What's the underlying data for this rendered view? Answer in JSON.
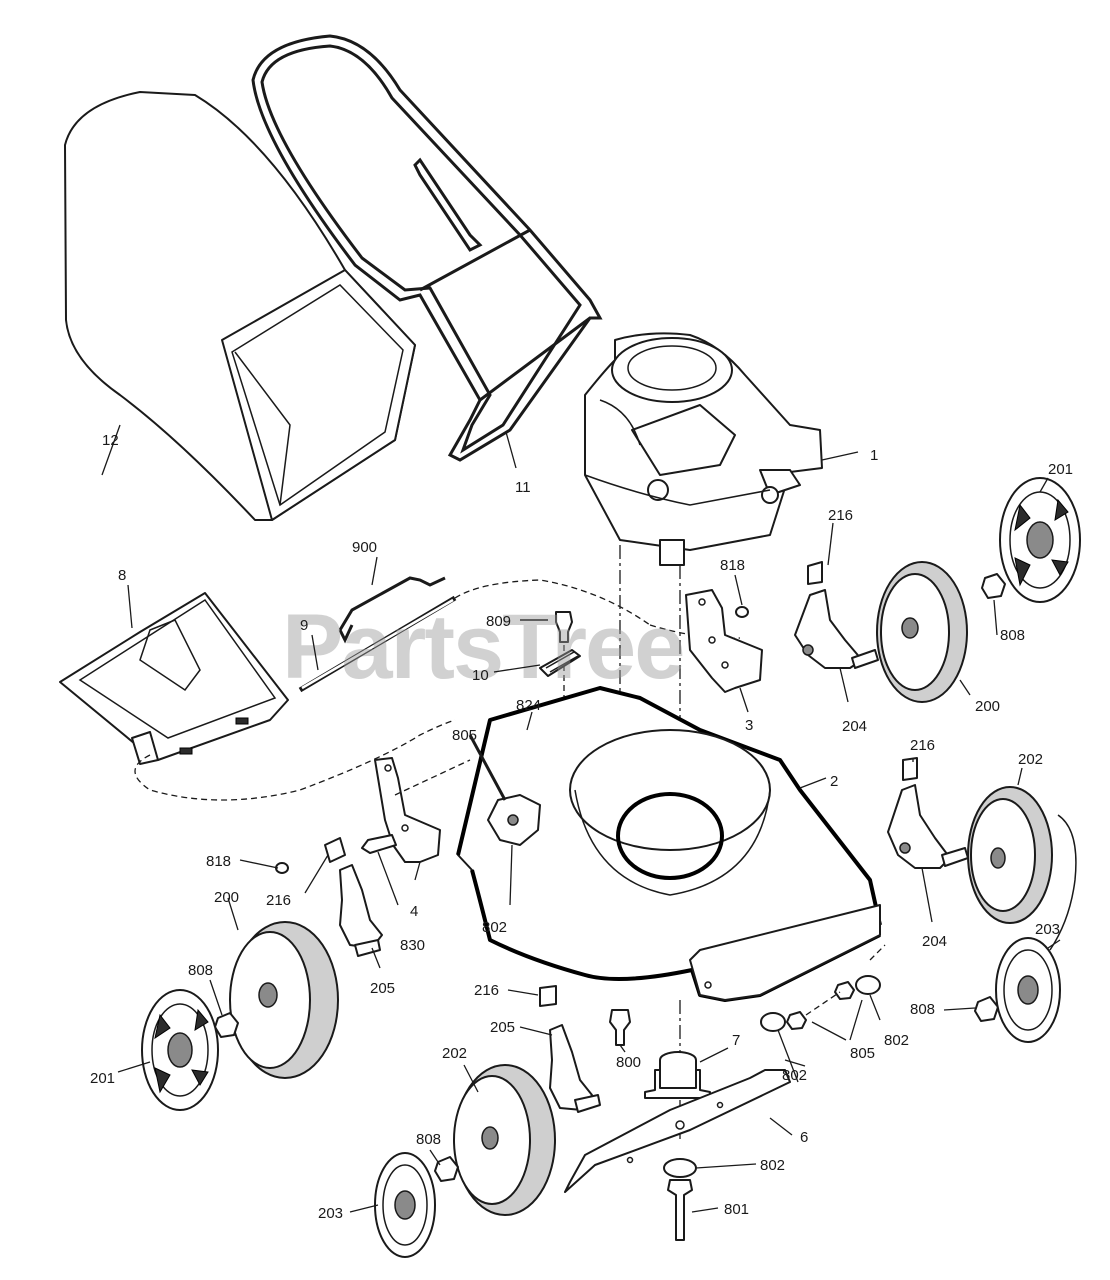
{
  "watermark": "PartsTree",
  "colors": {
    "line": "#1a1a1a",
    "watermark": "#9a9a9a",
    "background": "#ffffff"
  },
  "callouts": {
    "p1": "1",
    "p2": "2",
    "p3": "3",
    "p4": "4",
    "p6": "6",
    "p7": "7",
    "p8": "8",
    "p9": "9",
    "p10": "10",
    "p11": "11",
    "p12": "12",
    "p200a": "200",
    "p200b": "200",
    "p201a": "201",
    "p201b": "201",
    "p202a": "202",
    "p202b": "202",
    "p203a": "203",
    "p203b": "203",
    "p204a": "204",
    "p204b": "204",
    "p205a": "205",
    "p205b": "205",
    "p216a": "216",
    "p216b": "216",
    "p216c": "216",
    "p216d": "216",
    "p800": "800",
    "p801": "801",
    "p802a": "802",
    "p802b": "802",
    "p802c": "802",
    "p802d": "802",
    "p805a": "805",
    "p805b": "805",
    "p808a": "808",
    "p808b": "808",
    "p808c": "808",
    "p808d": "808",
    "p809": "809",
    "p818a": "818",
    "p818b": "818",
    "p824": "824",
    "p830": "830",
    "p900": "900"
  }
}
